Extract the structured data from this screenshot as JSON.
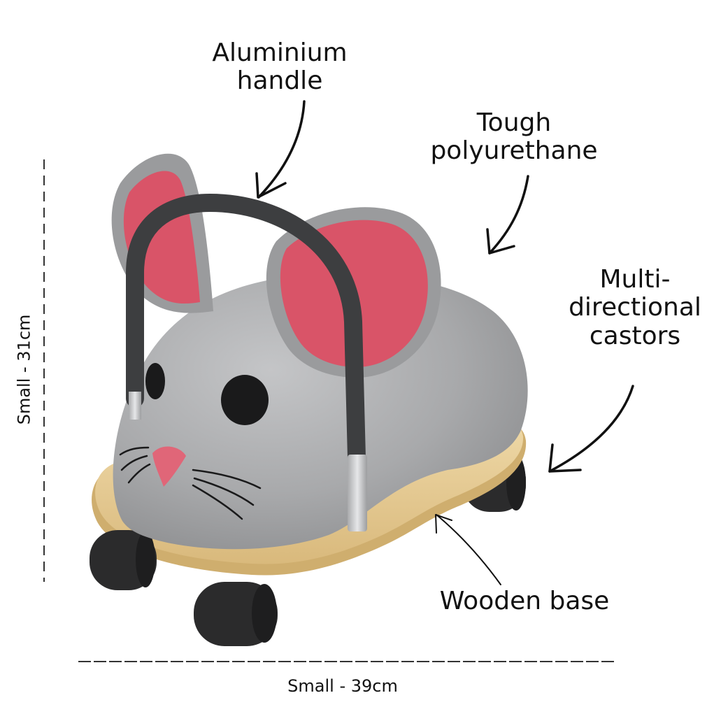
{
  "labels": {
    "handle": [
      "Aluminium",
      "handle"
    ],
    "polyurethane": [
      "Tough",
      "polyurethane"
    ],
    "castors": [
      "Multi-",
      "directional",
      "castors"
    ],
    "base": "Wooden base",
    "width": "Small - 39cm",
    "height": "Small - 31cm"
  },
  "colors": {
    "body_grey": "#a8a9ab",
    "ear_pink": "#d95468",
    "ear_rim": "#9a9b9d",
    "handle_dark": "#3d3e40",
    "handle_metal": "#c9cacc",
    "wood": "#e4c98f",
    "wood_edge": "#cfae6e",
    "wheel": "#2b2b2c",
    "nose_pink": "#e06678",
    "text": "#111111"
  }
}
